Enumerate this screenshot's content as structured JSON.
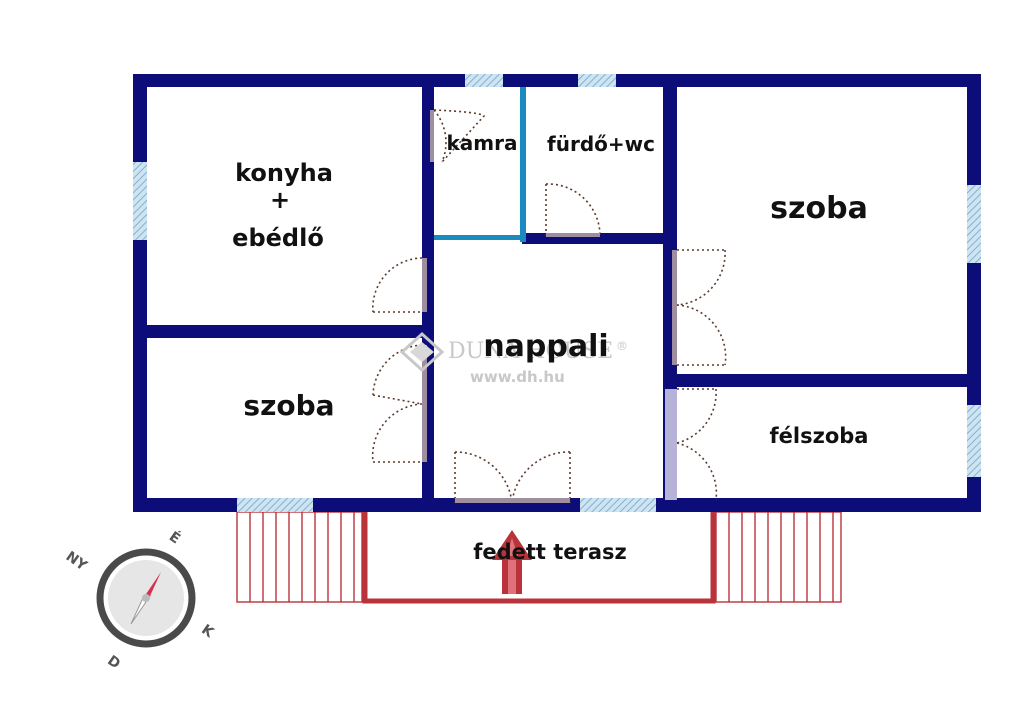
{
  "colors": {
    "wall": "#0d0d7a",
    "partition": "#1a8bbf",
    "terrace": "#b8343a",
    "window": "#a9cde3",
    "door_leaf": "#9e8ea0",
    "watermark": "#c8c8c8"
  },
  "rooms": {
    "kitchen_line1": "konyha",
    "kitchen_line2": "+",
    "kitchen_line3": "ebédlő",
    "pantry": "kamra",
    "bathroom": "fürdő+wc",
    "room_right": "szoba",
    "living": "nappali",
    "room_left": "szoba",
    "half_room": "félszoba",
    "terrace": "fedett terasz"
  },
  "watermark": {
    "brand": "DUNA HOUSE",
    "registered": "®",
    "url": "www.dh.hu"
  },
  "compass": {
    "north": "É",
    "east": "K",
    "south": "D",
    "west": "NY"
  }
}
